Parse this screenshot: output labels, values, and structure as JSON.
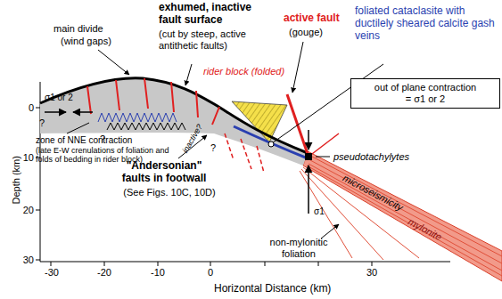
{
  "diagram": {
    "nodes": [
      {
        "text": [
          "out of plane contraction",
          "= σ1 or 2"
        ]
      }
    ],
    "labels": [
      "main divide",
      "(wind gaps)",
      "exhumed, inactive fault surface",
      "(cut by steep, active antithetic faults)",
      "active fault",
      "(gouge)",
      "foliated cataclasite with ductilely sheared calcite gash veins",
      "rider block (folded)",
      "σ1 or 2",
      "zone of NNE contraction",
      "(late E-W crenulations of foliation and folds of bedding in rider block)",
      "inactive?",
      "?",
      "?",
      "?",
      "pseudotachylytes",
      "\"Andersonian\" faults in footwall",
      "(See Figs. 10C, 10D)",
      "σ1",
      "microseismicity",
      "mylonite",
      "non-mylonitic foliation",
      "Depth (km)",
      "Horizontal Distance (km)",
      "0",
      "10",
      "20",
      "30",
      "-30",
      "-20",
      "-10",
      "0",
      "30"
    ]
  }
}
